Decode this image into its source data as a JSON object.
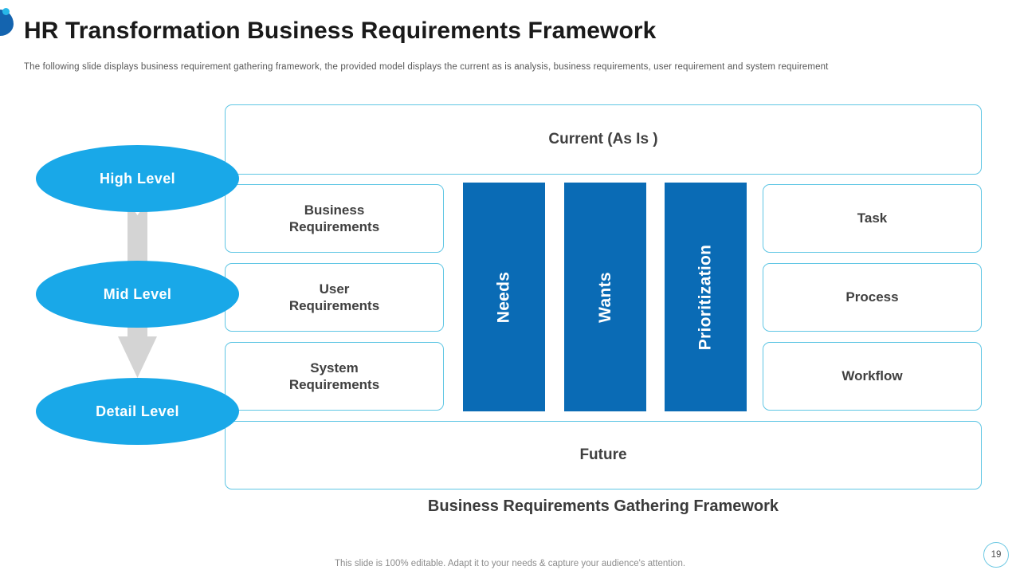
{
  "header": {
    "title": "HR Transformation Business Requirements Framework",
    "subtitle": "The following  slide displays business requirement  gathering framework,  the provided  model displays the current  as is analysis, business requirements,  user  requirement  and system requirement",
    "logo_icon": "brand-blob-icon"
  },
  "levels": [
    {
      "label": "High Level"
    },
    {
      "label": "Mid Level"
    },
    {
      "label": "Detail Level"
    }
  ],
  "bands": {
    "top": "Current (As Is )",
    "bottom": "Future"
  },
  "requirements": [
    {
      "label": "Business\nRequirements",
      "line1": "Business",
      "line2": "Requirements"
    },
    {
      "label": "User\nRequirements",
      "line1": "User",
      "line2": "Requirements"
    },
    {
      "label": "System\nRequirements",
      "line1": "System",
      "line2": "Requirements"
    }
  ],
  "pillars": [
    {
      "label": "Needs"
    },
    {
      "label": "Wants"
    },
    {
      "label": "Prioritization"
    }
  ],
  "outputs": [
    {
      "label": "Task"
    },
    {
      "label": "Process"
    },
    {
      "label": "Workflow"
    }
  ],
  "caption": "Business Requirements Gathering Framework",
  "footer": {
    "note": "This slide is 100% editable. Adapt it to your needs & capture your audience's attention.",
    "page_number": "19"
  },
  "colors": {
    "ellipse_blue": "#19A8E8",
    "bar_blue": "#0A6BB5",
    "box_border": "#5FC6E4",
    "arrow_gray": "#D4D4D4",
    "logo_blue": "#1464AF"
  }
}
